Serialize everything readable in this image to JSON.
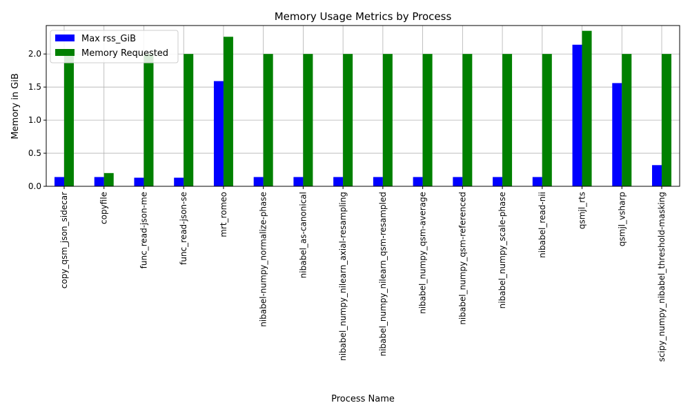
{
  "chart_data": {
    "type": "bar",
    "title": "Memory Usage Metrics by Process",
    "xlabel": "Process Name",
    "ylabel": "Memory in GiB",
    "ylim": [
      0,
      2.43
    ],
    "yticks": [
      0.0,
      0.5,
      1.0,
      1.5,
      2.0
    ],
    "grid": true,
    "legend_position": "top-left",
    "categories": [
      "copy_qsm_json_sidecar",
      "copyfile",
      "func_read-json-me",
      "func_read-json-se",
      "mrt_romeo",
      "nibabel-numpy_normalize-phase",
      "nibabel_as-canonical",
      "nibabel_numpy_nilearn_axial-resampling",
      "nibabel_numpy_nilearn_qsm-resampled",
      "nibabel_numpy_qsm-average",
      "nibabel_numpy_qsm-referenced",
      "nibabel_numpy_scale-phase",
      "nibabel_read-nii",
      "qsmjl_rts",
      "qsmjl_vsharp",
      "scipy_numpy_nibabel_threshold-masking"
    ],
    "series": [
      {
        "name": "Max rss_GiB",
        "color": "#0000ff",
        "values": [
          0.14,
          0.14,
          0.13,
          0.13,
          1.59,
          0.14,
          0.14,
          0.14,
          0.14,
          0.14,
          0.14,
          0.14,
          0.14,
          2.14,
          1.56,
          0.32
        ]
      },
      {
        "name": "Memory Requested",
        "color": "#008000",
        "values": [
          2.0,
          0.2,
          2.0,
          2.0,
          2.26,
          2.0,
          2.0,
          2.0,
          2.0,
          2.0,
          2.0,
          2.0,
          2.0,
          2.35,
          2.0,
          2.0
        ]
      }
    ]
  }
}
